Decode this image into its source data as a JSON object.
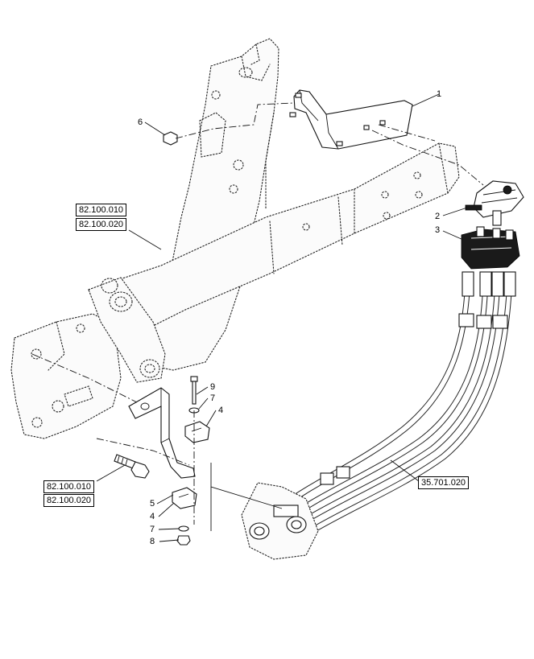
{
  "callouts": {
    "c1": "1",
    "c2": "2",
    "c3": "3",
    "c4a": "4",
    "c4b": "4",
    "c5": "5",
    "c6": "6",
    "c7a": "7",
    "c7b": "7",
    "c8": "8",
    "c9": "9"
  },
  "references": {
    "ref_top_1": "82.100.010",
    "ref_top_2": "82.100.020",
    "ref_bottom_1": "82.100.010",
    "ref_bottom_2": "82.100.020",
    "ref_hoses": "35.701.020"
  }
}
